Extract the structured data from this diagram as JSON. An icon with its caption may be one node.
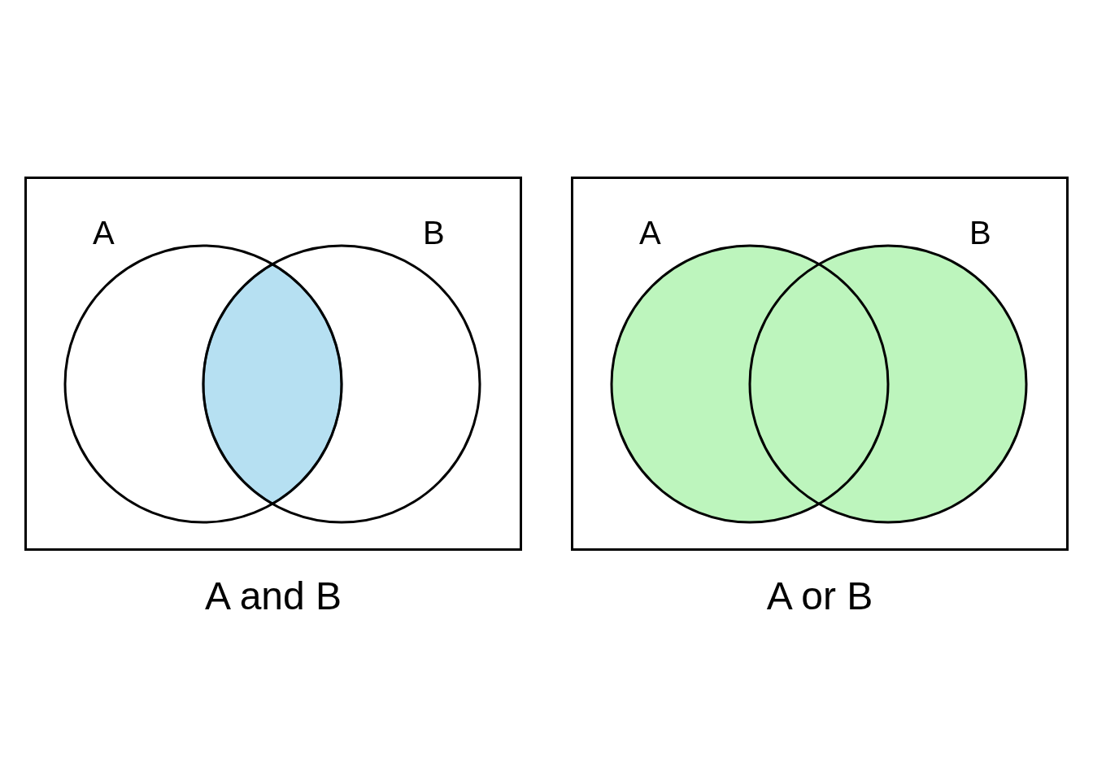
{
  "diagram": {
    "nodes": [
      {
        "text": [
          "A and B"
        ]
      },
      {
        "text": [
          "A"
        ],
        "in": 0
      },
      {
        "text": [
          "B"
        ],
        "in": 0
      },
      {
        "text": [
          "A or B"
        ]
      },
      {
        "text": [
          "A"
        ],
        "in": 3
      },
      {
        "text": [
          "B"
        ],
        "in": 3
      },
      {
        "text": [],
        "shape": "lens"
      }
    ]
  }
}
